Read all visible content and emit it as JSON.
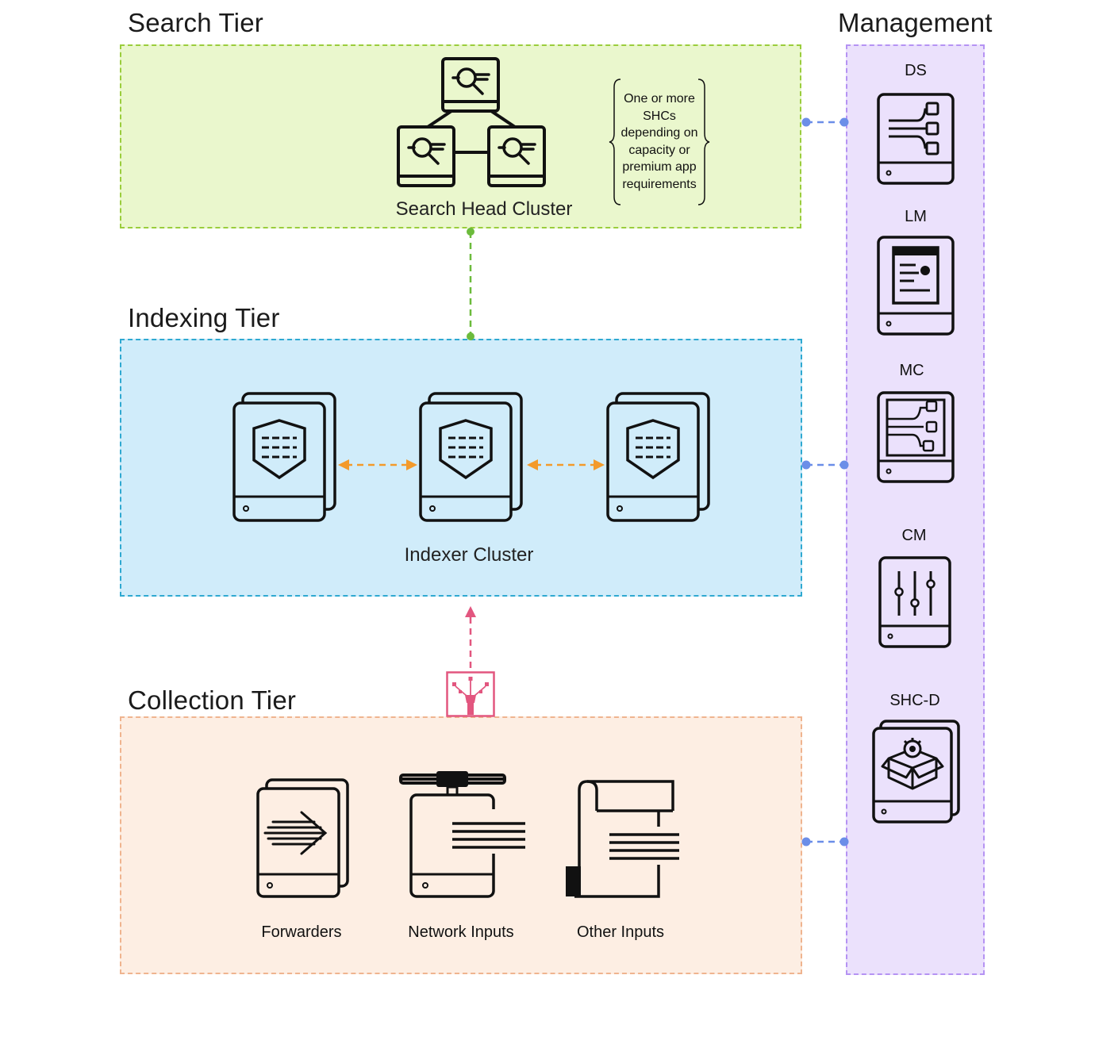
{
  "tiers": {
    "search": {
      "title": "Search Tier",
      "cluster_label": "Search Head Cluster",
      "note": "One or more SHCs depending on capacity or premium app requirements"
    },
    "indexing": {
      "title": "Indexing Tier",
      "cluster_label": "Indexer Cluster"
    },
    "collection": {
      "title": "Collection Tier",
      "inputs": [
        "Forwarders",
        "Network Inputs",
        "Other Inputs"
      ]
    }
  },
  "management": {
    "title": "Management",
    "components": [
      "DS",
      "LM",
      "MC",
      "CM",
      "SHC-D"
    ]
  },
  "colors": {
    "search_fill": "#eaf7cd",
    "search_border": "#9acd3c",
    "index_fill": "#d0ecfa",
    "index_border": "#2fa9d1",
    "collection_fill": "#fdeee3",
    "collection_border": "#efb48f",
    "management_fill": "#ebe1fc",
    "management_border": "#b593f3",
    "search_link": "#6cbb3c",
    "replication_link": "#f39a2b",
    "ingest_link": "#e2567f",
    "management_link": "#6b8ee8"
  }
}
